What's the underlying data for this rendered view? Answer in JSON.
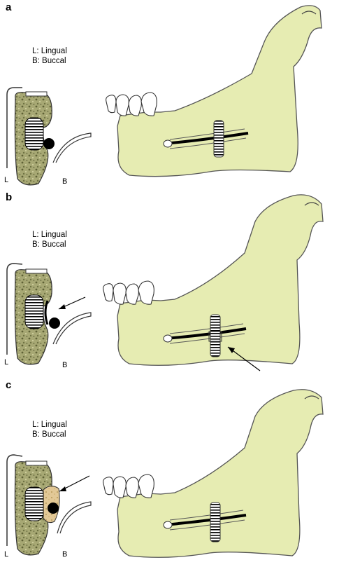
{
  "panels": [
    {
      "label": "a",
      "legend": [
        "L: Lingual",
        "B: Buccal"
      ],
      "side_lingual": "L",
      "side_buccal": "B"
    },
    {
      "label": "b",
      "legend": [
        "L: Lingual",
        "B: Buccal"
      ],
      "side_lingual": "L",
      "side_buccal": "B"
    },
    {
      "label": "c",
      "legend": [
        "L: Lingual",
        "B: Buccal"
      ],
      "side_lingual": "L",
      "side_buccal": "B"
    }
  ],
  "colors": {
    "mandible_fill": "#e6ecb2",
    "bone_speckle": "#8a8d5c",
    "graft_fill": "#e2c896",
    "nerve": "#000000"
  }
}
